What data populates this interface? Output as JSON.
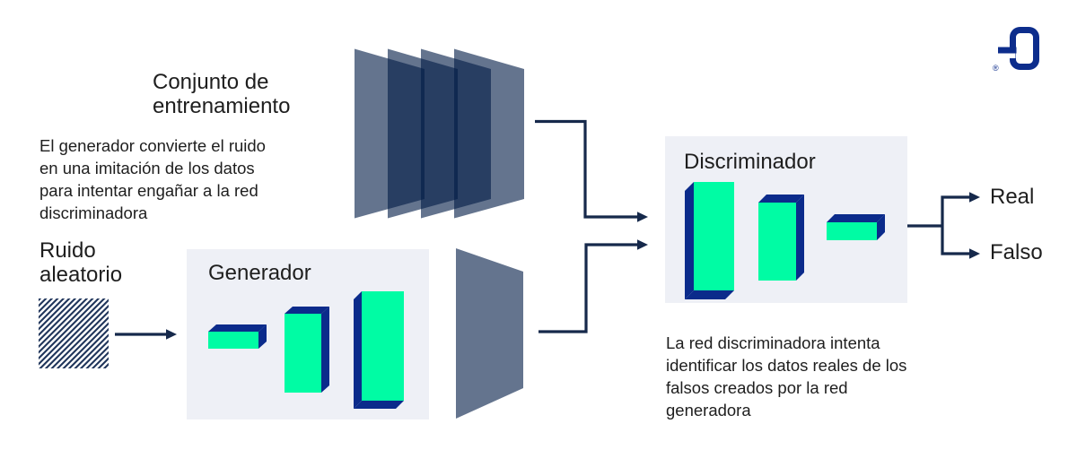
{
  "training_set": {
    "lines": [
      "Conjunto de",
      "entrenamiento"
    ]
  },
  "generator_note": {
    "lines": [
      "El generador convierte el ruido",
      "en una imitación de los datos",
      "para intentar engañar a la red",
      "discriminadora"
    ]
  },
  "noise": {
    "lines": [
      "Ruido",
      "aleatorio"
    ]
  },
  "generator": {
    "label": "Generador"
  },
  "discriminator": {
    "label": "Discriminador"
  },
  "outputs": {
    "real": "Real",
    "fake": "Falso"
  },
  "discriminator_note": {
    "lines": [
      "La red discriminadora intenta",
      "identificar los datos reales de los",
      "falsos creados por la red",
      "generadora"
    ]
  },
  "logo": {
    "registered_symbol": "®"
  },
  "colors": {
    "bar-green": "#00FCA4",
    "bar-navy": "#0B2B8B",
    "panel-slate": "rgba(2,28,70,0.61)",
    "arrow-navy": "#16294B",
    "box-bg": "#EEF0F6",
    "text-dark": "#1E1E1E",
    "logo-blue": "#0D2D8C",
    "noise-navy": "#24395E"
  }
}
